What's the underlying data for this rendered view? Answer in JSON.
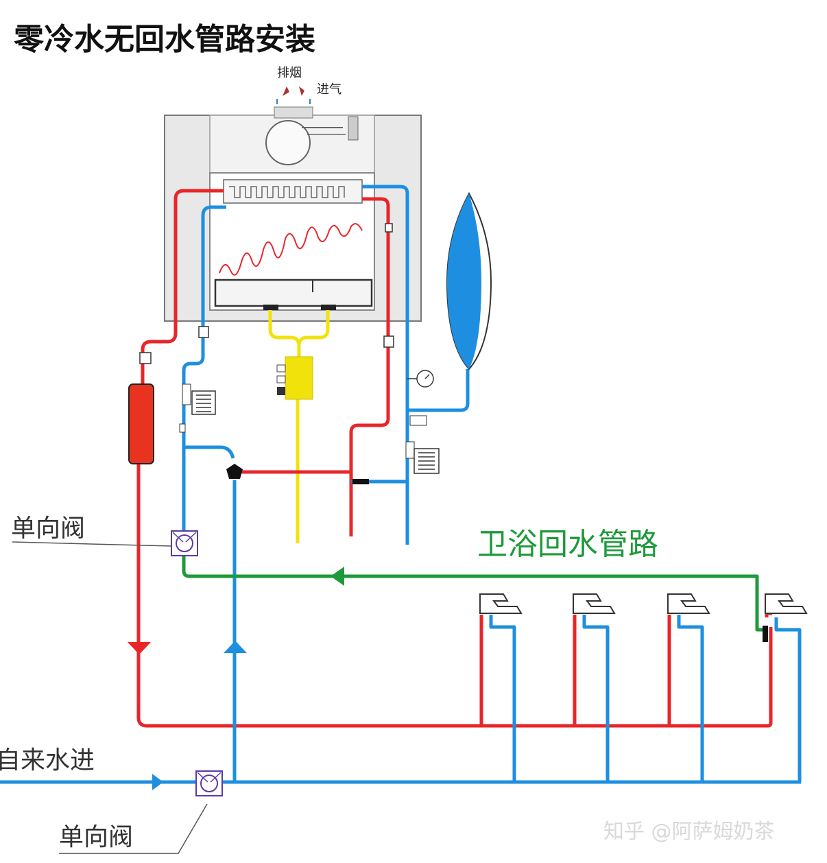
{
  "title": "零冷水无回水管路安装",
  "labels": {
    "exhaust": "排烟",
    "intake": "进气",
    "check_valve_top": "单向阀",
    "bathroom_return": "卫浴回水管路",
    "tap_water_in": "自来水进",
    "check_valve_bottom": "单向阀"
  },
  "watermark": "知乎 @阿萨姆奶茶",
  "colors": {
    "hot_pipe": "#e8262a",
    "cold_pipe": "#1e8fe0",
    "gas_pipe": "#f2e20c",
    "return_pipe": "#1e9a3a",
    "valve": "#5a3aa8"
  },
  "icons": [
    "faucet-icon",
    "check-valve-icon",
    "pump-icon",
    "pressure-gauge-icon",
    "expansion-tank-icon",
    "fan-icon",
    "burner-icon",
    "gas-valve-icon"
  ]
}
